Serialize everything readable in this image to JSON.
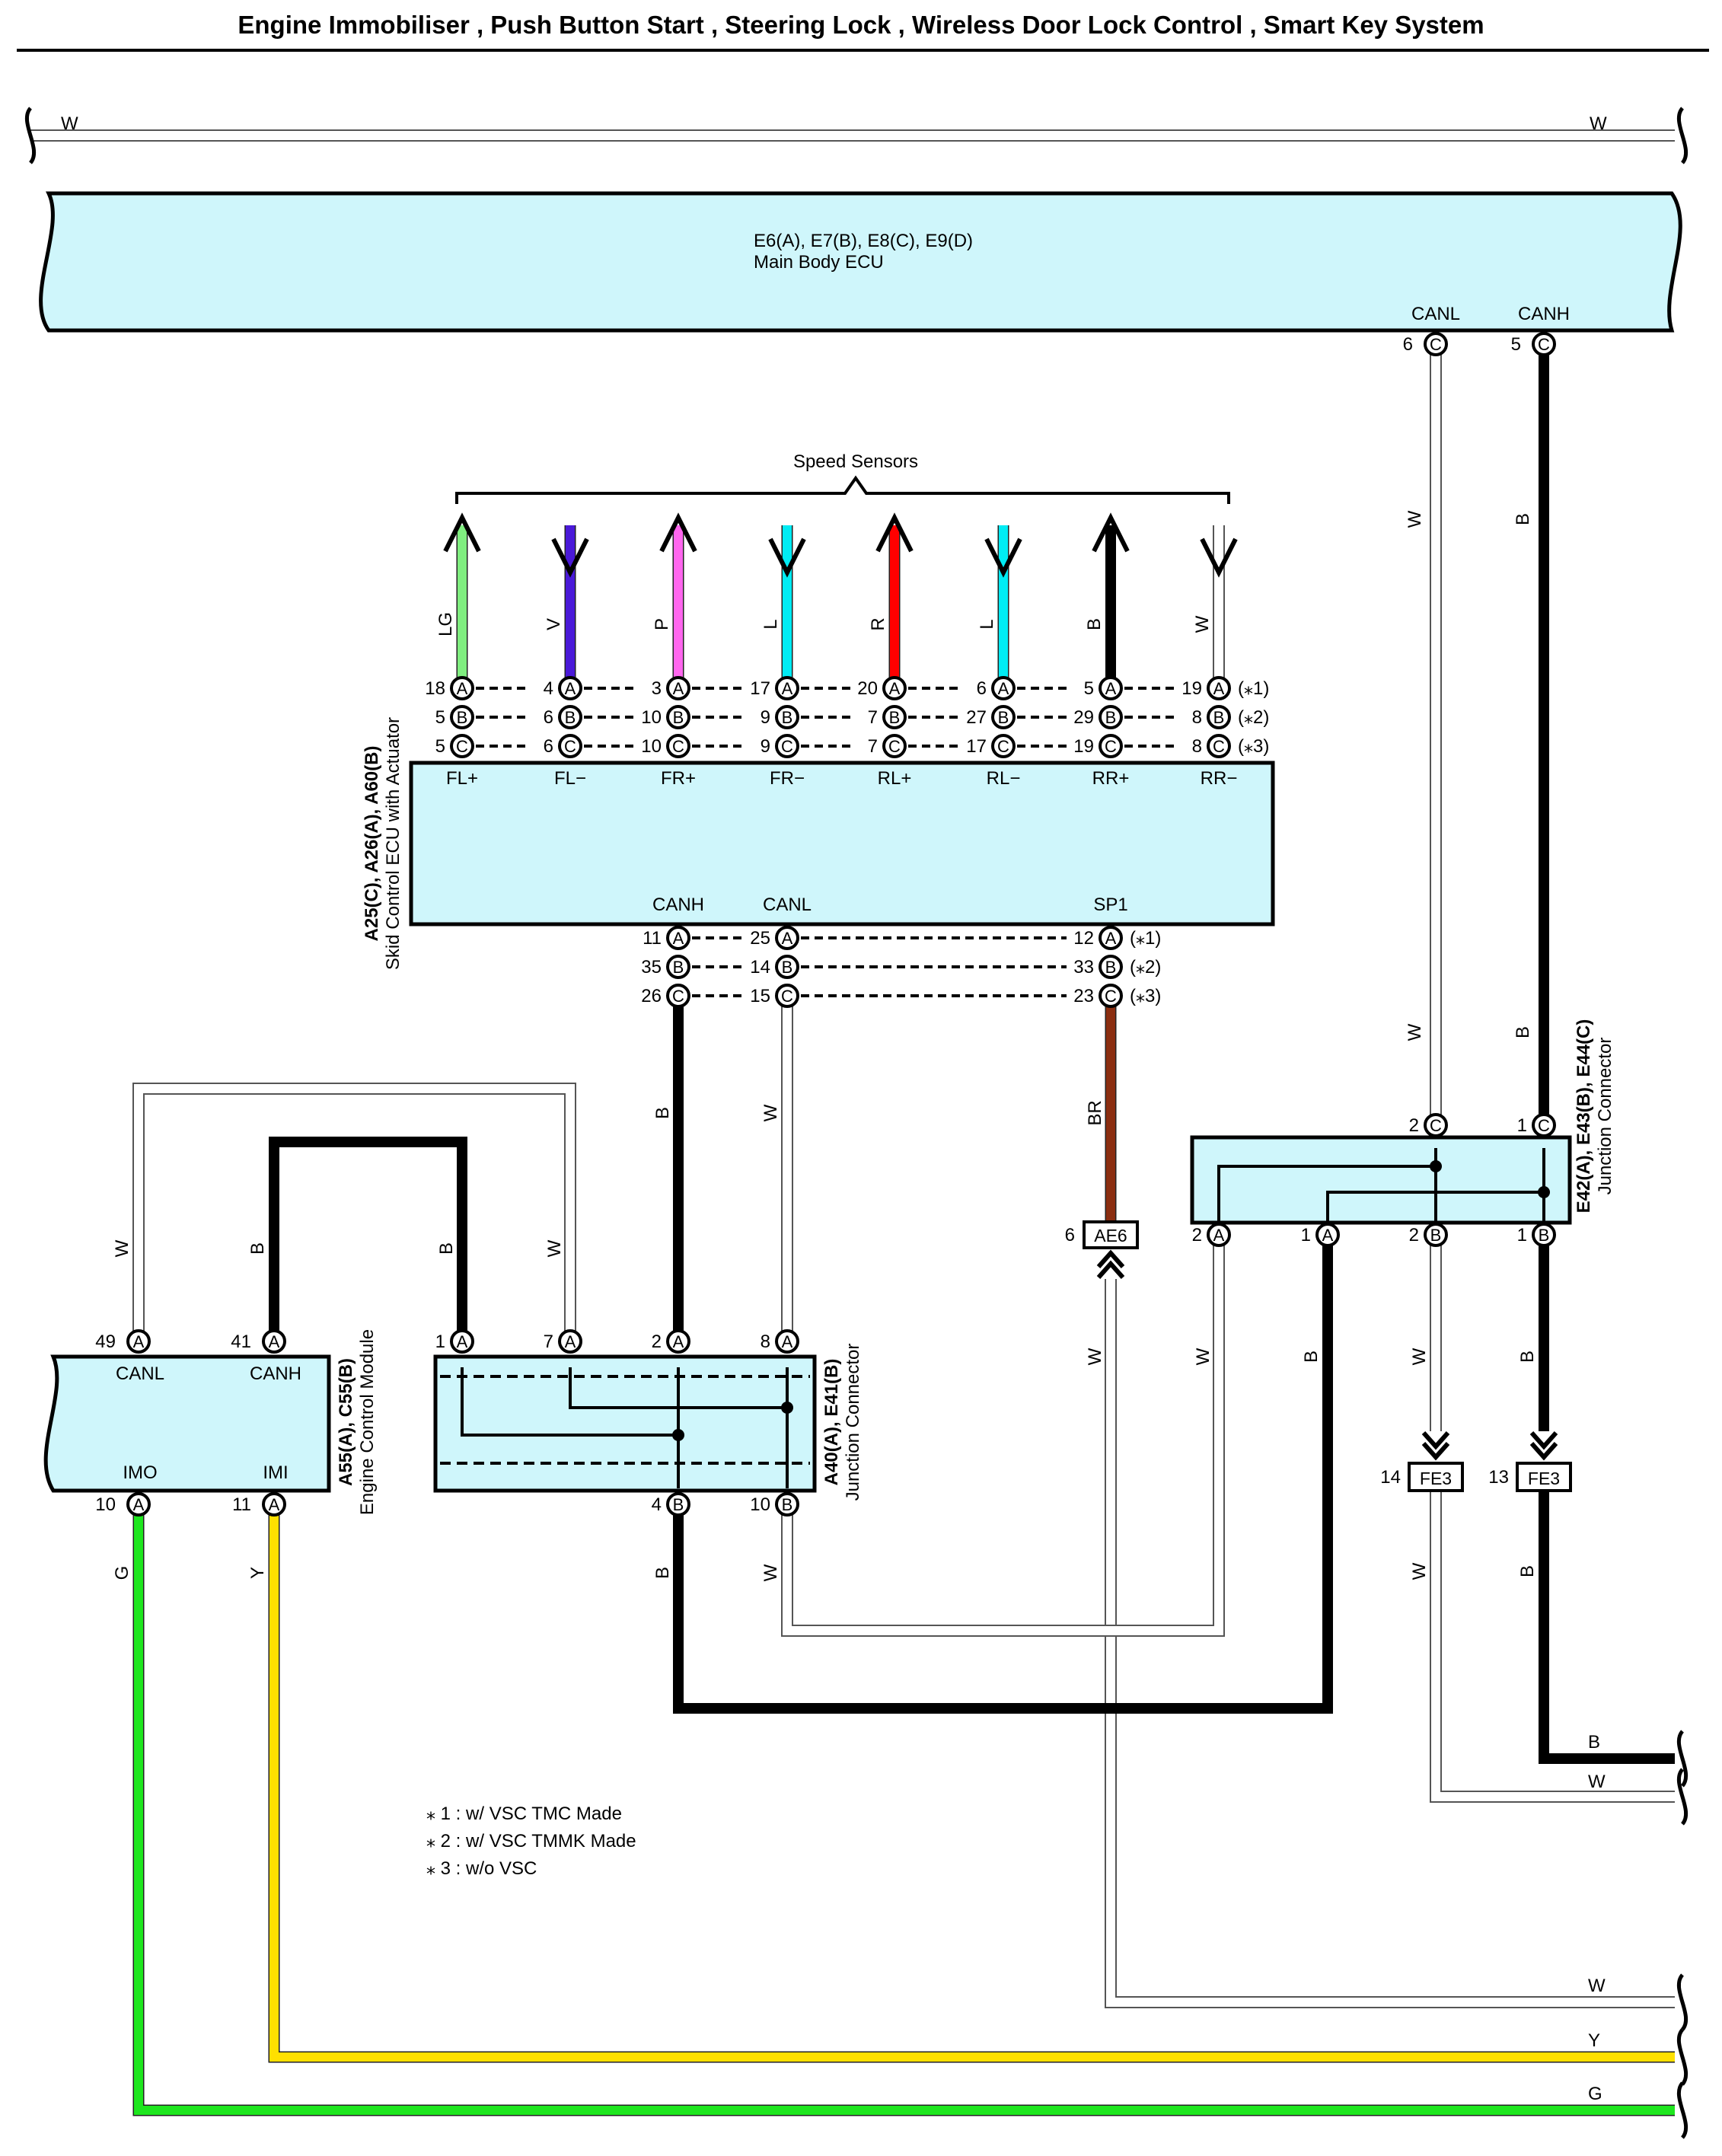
{
  "title": "Engine Immobiliser , Push Button Start , Steering Lock , Wireless Door Lock Control , Smart Key System",
  "colors": {
    "ecu_fill": "#cff6fb",
    "B": "#000000",
    "W": "#ffffff",
    "LG": "#80ee80",
    "V": "#4a19d8",
    "P": "#ff66ee",
    "L": "#00ecf4",
    "R": "#ff0000",
    "BR": "#8b2e10",
    "G": "#1ee61e",
    "Y": "#ffe000"
  },
  "main_body_ecu": {
    "connectors": "E6(A), E7(B), E8(C), E9(D)",
    "name": "Main Body ECU",
    "terminals": [
      {
        "signal": "CANL",
        "pin": "6",
        "conn": "C"
      },
      {
        "signal": "CANH",
        "pin": "5",
        "conn": "C"
      }
    ]
  },
  "skid_ecu": {
    "connectors": "A25(C), A26(A), A60(B)",
    "name": "Skid Control ECU with Actuator",
    "speed_sensors_label": "Speed Sensors",
    "variants": [
      "(⁎1)",
      "(⁎2)",
      "(⁎3)"
    ],
    "top_terminals": [
      {
        "signal": "FL+",
        "wire": "LG",
        "pins": [
          "18",
          "5",
          "5"
        ]
      },
      {
        "signal": "FL−",
        "wire": "V",
        "pins": [
          "4",
          "6",
          "6"
        ]
      },
      {
        "signal": "FR+",
        "wire": "P",
        "pins": [
          "3",
          "10",
          "10"
        ]
      },
      {
        "signal": "FR−",
        "wire": "L",
        "pins": [
          "17",
          "9",
          "9"
        ]
      },
      {
        "signal": "RL+",
        "wire": "R",
        "pins": [
          "20",
          "7",
          "7"
        ]
      },
      {
        "signal": "RL−",
        "wire": "L",
        "pins": [
          "6",
          "27",
          "17"
        ]
      },
      {
        "signal": "RR+",
        "wire": "B",
        "pins": [
          "5",
          "29",
          "19"
        ]
      },
      {
        "signal": "RR−",
        "wire": "W",
        "pins": [
          "19",
          "8",
          "8"
        ]
      }
    ],
    "bottom_terminals": [
      {
        "signal": "CANH",
        "wire": "B",
        "pins": [
          "11",
          "35",
          "26"
        ]
      },
      {
        "signal": "CANL",
        "wire": "W",
        "pins": [
          "25",
          "14",
          "15"
        ]
      },
      {
        "signal": "SP1",
        "wire": "BR",
        "pins": [
          "12",
          "33",
          "23"
        ]
      }
    ]
  },
  "ecm": {
    "connectors": "A55(A), C55(B)",
    "name": "Engine Control Module",
    "terminals": [
      {
        "signal": "CANL",
        "pin": "49",
        "conn": "A",
        "wire": "W"
      },
      {
        "signal": "CANH",
        "pin": "41",
        "conn": "A",
        "wire": "B"
      },
      {
        "signal": "IMO",
        "pin": "10",
        "conn": "A",
        "wire": "G"
      },
      {
        "signal": "IMI",
        "pin": "11",
        "conn": "A",
        "wire": "Y"
      }
    ]
  },
  "jc_a40": {
    "connectors": "A40(A), E41(B)",
    "name": "Junction Connector",
    "top_pins": [
      {
        "pin": "1",
        "conn": "A"
      },
      {
        "pin": "7",
        "conn": "A"
      },
      {
        "pin": "2",
        "conn": "A"
      },
      {
        "pin": "8",
        "conn": "A"
      }
    ],
    "bottom_pins": [
      {
        "pin": "4",
        "conn": "B"
      },
      {
        "pin": "10",
        "conn": "B"
      }
    ]
  },
  "jc_e42": {
    "connectors": "E42(A), E43(B), E44(C)",
    "name": "Junction Connector",
    "top_pins": [
      {
        "pin": "2",
        "conn": "C"
      },
      {
        "pin": "1",
        "conn": "C"
      }
    ],
    "bottom_pins": [
      {
        "pin": "2",
        "conn": "A"
      },
      {
        "pin": "1",
        "conn": "A"
      },
      {
        "pin": "2",
        "conn": "B"
      },
      {
        "pin": "1",
        "conn": "B"
      }
    ]
  },
  "connector_ae6": {
    "name": "AE6",
    "pin": "6"
  },
  "connector_fe3": [
    {
      "name": "FE3",
      "pin": "14"
    },
    {
      "name": "FE3",
      "pin": "13"
    }
  ],
  "wire_codes": {
    "W": "W",
    "B": "B",
    "BR": "BR",
    "G": "G",
    "Y": "Y"
  },
  "footnotes": [
    "⁎ 1 : w/ VSC TMC Made",
    "⁎ 2 : w/ VSC TMMK Made",
    "⁎ 3 : w/o VSC"
  ]
}
